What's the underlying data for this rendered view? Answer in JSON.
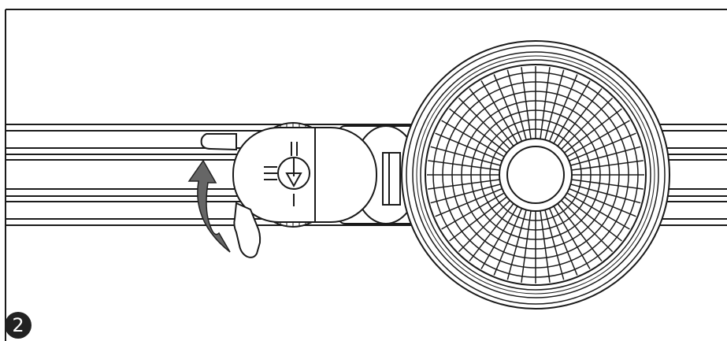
{
  "figure": {
    "step_number": "2",
    "ink_color": "#1a1a1a",
    "arrow_color": "#666666",
    "background_color": "#ffffff",
    "icons": [
      "track-rail",
      "track-adapter",
      "rotation-arrow",
      "lock-symbol",
      "spotlight-head",
      "lens-grid"
    ]
  }
}
